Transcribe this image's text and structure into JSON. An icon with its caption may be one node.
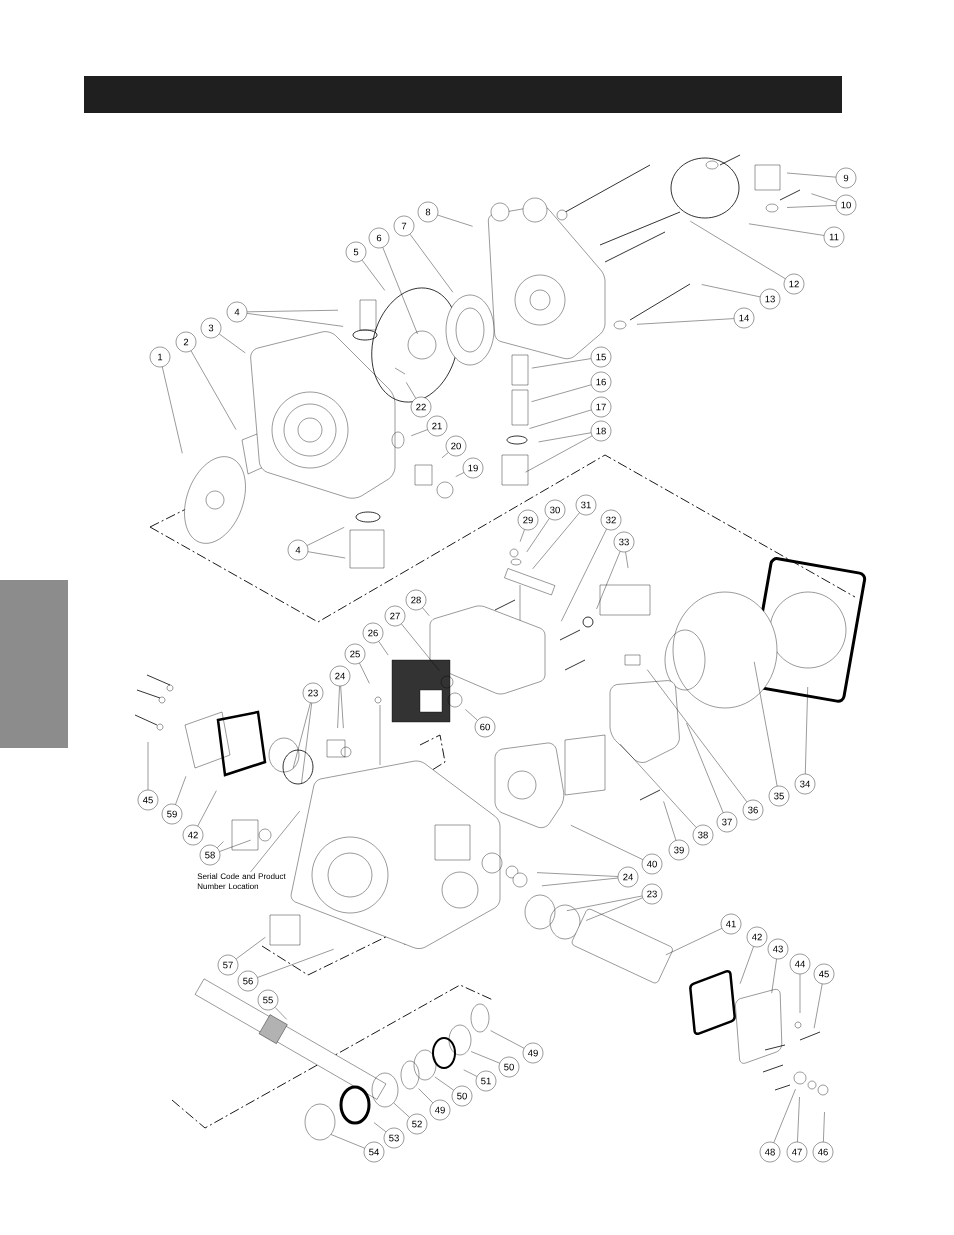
{
  "diagram": {
    "nodes": [
      {
        "text": [
          "1"
        ]
      },
      {
        "text": [
          "2"
        ]
      },
      {
        "text": [
          "3"
        ]
      },
      {
        "text": [
          "4"
        ]
      },
      {
        "text": [
          "5"
        ]
      },
      {
        "text": [
          "6"
        ]
      },
      {
        "text": [
          "7"
        ]
      },
      {
        "text": [
          "8"
        ]
      },
      {
        "text": [
          "9"
        ]
      },
      {
        "text": [
          "10"
        ]
      },
      {
        "text": [
          "11"
        ]
      },
      {
        "text": [
          "12"
        ]
      },
      {
        "text": [
          "13"
        ]
      },
      {
        "text": [
          "14"
        ]
      },
      {
        "text": [
          "15"
        ]
      },
      {
        "text": [
          "16"
        ]
      },
      {
        "text": [
          "17"
        ]
      },
      {
        "text": [
          "18"
        ]
      },
      {
        "text": [
          "19"
        ]
      },
      {
        "text": [
          "20"
        ]
      },
      {
        "text": [
          "21"
        ]
      },
      {
        "text": [
          "22"
        ]
      },
      {
        "text": [
          "4"
        ]
      },
      {
        "text": [
          "29"
        ]
      },
      {
        "text": [
          "30"
        ]
      },
      {
        "text": [
          "31"
        ]
      },
      {
        "text": [
          "32"
        ]
      },
      {
        "text": [
          "33"
        ]
      },
      {
        "text": [
          "28"
        ]
      },
      {
        "text": [
          "27"
        ]
      },
      {
        "text": [
          "26"
        ]
      },
      {
        "text": [
          "25"
        ]
      },
      {
        "text": [
          "24"
        ]
      },
      {
        "text": [
          "23"
        ]
      },
      {
        "text": [
          "45"
        ]
      },
      {
        "text": [
          "59"
        ]
      },
      {
        "text": [
          "42"
        ]
      },
      {
        "text": [
          "58"
        ]
      },
      {
        "text": [
          "60"
        ]
      },
      {
        "text": [
          "34"
        ]
      },
      {
        "text": [
          "35"
        ]
      },
      {
        "text": [
          "36"
        ]
      },
      {
        "text": [
          "37"
        ]
      },
      {
        "text": [
          "38"
        ]
      },
      {
        "text": [
          "39"
        ]
      },
      {
        "text": [
          "40"
        ]
      },
      {
        "text": [
          "Serial Code and Product Number Location"
        ]
      },
      {
        "text": [
          "24"
        ]
      },
      {
        "text": [
          "23"
        ]
      },
      {
        "text": [
          "41"
        ]
      },
      {
        "text": [
          "42"
        ]
      },
      {
        "text": [
          "43"
        ]
      },
      {
        "text": [
          "44"
        ]
      },
      {
        "text": [
          "45"
        ]
      },
      {
        "text": [
          "57"
        ]
      },
      {
        "text": [
          "56"
        ]
      },
      {
        "text": [
          "55"
        ]
      },
      {
        "text": [
          "49"
        ]
      },
      {
        "text": [
          "50"
        ]
      },
      {
        "text": [
          "51"
        ]
      },
      {
        "text": [
          "50"
        ]
      },
      {
        "text": [
          "49"
        ]
      },
      {
        "text": [
          "52"
        ]
      },
      {
        "text": [
          "53"
        ]
      },
      {
        "text": [
          "54"
        ]
      },
      {
        "text": [
          "48"
        ]
      },
      {
        "text": [
          "47"
        ]
      },
      {
        "text": [
          "46"
        ]
      },
      {
        "text": [],
        "shape": "bar"
      }
    ],
    "edges": [
      {
        "from": 0,
        "to": null,
        "arrow": "none"
      },
      {
        "from": 1,
        "to": null,
        "arrow": "none"
      },
      {
        "from": 2,
        "to": null,
        "arrow": "none"
      },
      {
        "from": 3,
        "to": null,
        "arrow": "none"
      },
      {
        "from": 3,
        "to": null,
        "arrow": "none"
      },
      {
        "from": 4,
        "to": null,
        "arrow": "none"
      },
      {
        "from": 5,
        "to": null,
        "arrow": "none"
      },
      {
        "from": 6,
        "to": null,
        "arrow": "none"
      },
      {
        "from": 7,
        "to": null,
        "arrow": "none"
      },
      {
        "from": 8,
        "to": null,
        "arrow": "none"
      },
      {
        "from": 9,
        "to": null,
        "arrow": "none"
      },
      {
        "from": 9,
        "to": null,
        "arrow": "none"
      },
      {
        "from": 10,
        "to": null,
        "arrow": "none"
      },
      {
        "from": 11,
        "to": null,
        "arrow": "none"
      },
      {
        "from": 12,
        "to": null,
        "arrow": "none"
      },
      {
        "from": 13,
        "to": null,
        "arrow": "none"
      },
      {
        "from": 14,
        "to": null,
        "arrow": "none"
      },
      {
        "from": 15,
        "to": null,
        "arrow": "none"
      },
      {
        "from": 16,
        "to": null,
        "arrow": "none"
      },
      {
        "from": 17,
        "to": null,
        "arrow": "none"
      },
      {
        "from": 17,
        "to": null,
        "arrow": "none"
      },
      {
        "from": 18,
        "to": null,
        "arrow": "none"
      },
      {
        "from": 19,
        "to": null,
        "arrow": "none"
      },
      {
        "from": 20,
        "to": null,
        "arrow": "none"
      },
      {
        "from": 21,
        "to": null,
        "arrow": "none"
      },
      {
        "from": 22,
        "to": null,
        "arrow": "none"
      },
      {
        "from": 22,
        "to": null,
        "arrow": "none"
      },
      {
        "from": 23,
        "to": null,
        "arrow": "none"
      },
      {
        "from": 24,
        "to": null,
        "arrow": "none"
      },
      {
        "from": 25,
        "to": null,
        "arrow": "none"
      },
      {
        "from": 26,
        "to": null,
        "arrow": "none"
      },
      {
        "from": 27,
        "to": null,
        "arrow": "none"
      },
      {
        "from": 27,
        "to": null,
        "arrow": "none"
      },
      {
        "from": 28,
        "to": null,
        "arrow": "none"
      },
      {
        "from": 29,
        "to": null,
        "arrow": "none"
      },
      {
        "from": 30,
        "to": null,
        "arrow": "none"
      },
      {
        "from": 31,
        "to": null,
        "arrow": "none"
      },
      {
        "from": 32,
        "to": null,
        "arrow": "none"
      },
      {
        "from": 32,
        "to": null,
        "arrow": "none"
      },
      {
        "from": 33,
        "to": null,
        "arrow": "none"
      },
      {
        "from": 33,
        "to": null,
        "arrow": "none"
      },
      {
        "from": 34,
        "to": null,
        "arrow": "none"
      },
      {
        "from": 35,
        "to": null,
        "arrow": "none"
      },
      {
        "from": 36,
        "to": null,
        "arrow": "none"
      },
      {
        "from": 37,
        "to": null,
        "arrow": "none"
      },
      {
        "from": 37,
        "to": null,
        "arrow": "none"
      },
      {
        "from": 38,
        "to": null,
        "arrow": "none"
      },
      {
        "from": 39,
        "to": null,
        "arrow": "none"
      },
      {
        "from": 40,
        "to": null,
        "arrow": "none"
      },
      {
        "from": 41,
        "to": null,
        "arrow": "none"
      },
      {
        "from": 42,
        "to": null,
        "arrow": "none"
      },
      {
        "from": 43,
        "to": null,
        "arrow": "none"
      },
      {
        "from": 44,
        "to": null,
        "arrow": "none"
      },
      {
        "from": 45,
        "to": null,
        "arrow": "none"
      },
      {
        "from": 46,
        "to": null,
        "arrow": "none"
      },
      {
        "from": 47,
        "to": null,
        "arrow": "none"
      },
      {
        "from": 47,
        "to": null,
        "arrow": "none"
      },
      {
        "from": 48,
        "to": null,
        "arrow": "none"
      },
      {
        "from": 48,
        "to": null,
        "arrow": "none"
      },
      {
        "from": 49,
        "to": null,
        "arrow": "none"
      },
      {
        "from": 50,
        "to": null,
        "arrow": "none"
      },
      {
        "from": 51,
        "to": null,
        "arrow": "none"
      },
      {
        "from": 52,
        "to": null,
        "arrow": "none"
      },
      {
        "from": 53,
        "to": null,
        "arrow": "none"
      },
      {
        "from": 54,
        "to": null,
        "arrow": "none"
      },
      {
        "from": 55,
        "to": null,
        "arrow": "none"
      },
      {
        "from": 56,
        "to": null,
        "arrow": "none"
      },
      {
        "from": 57,
        "to": null,
        "arrow": "none"
      },
      {
        "from": 58,
        "to": null,
        "arrow": "none"
      },
      {
        "from": 59,
        "to": null,
        "arrow": "none"
      },
      {
        "from": 60,
        "to": null,
        "arrow": "none"
      },
      {
        "from": 61,
        "to": null,
        "arrow": "none"
      },
      {
        "from": 62,
        "to": null,
        "arrow": "none"
      },
      {
        "from": 63,
        "to": null,
        "arrow": "none"
      },
      {
        "from": 64,
        "to": null,
        "arrow": "none"
      },
      {
        "from": 65,
        "to": null,
        "arrow": "none"
      },
      {
        "from": 66,
        "to": null,
        "arrow": "none"
      },
      {
        "from": 67,
        "to": null,
        "arrow": "none"
      }
    ]
  }
}
